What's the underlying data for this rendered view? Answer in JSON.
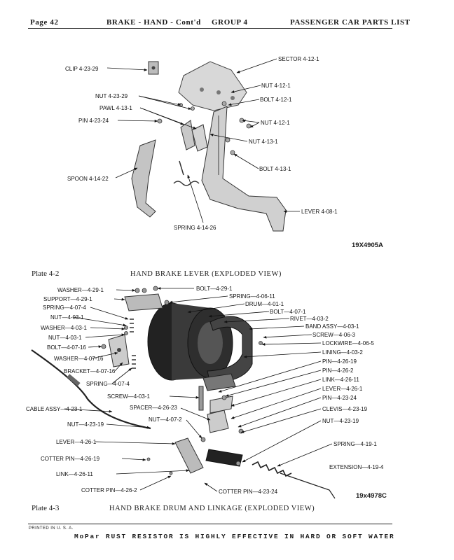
{
  "header": {
    "page": "Page 42",
    "section": "BRAKE - HAND - Cont'd",
    "group": "GROUP 4",
    "title": "PASSENGER CAR PARTS LIST"
  },
  "plate1": {
    "figure_code": "19X4905A",
    "labels": {
      "sector": "SECTOR 4-12-1",
      "clip": "CLIP 4-23-29",
      "nut_a": "NUT 4-12-1",
      "bolt_a": "BOLT 4-12-1",
      "nut_23_29": "NUT 4-23-29",
      "pawl": "PAWL 4-13-1",
      "pin": "PIN 4-23-24",
      "nut_b": "NUT 4-12-1",
      "nut_c": "NUT 4-13-1",
      "bolt_b": "BOLT 4-13-1",
      "spoon": "SPOON 4-14-22",
      "lever": "LEVER 4-08-1",
      "spring": "SPRING 4-14-26"
    }
  },
  "plate2": {
    "label": "Plate 4-2",
    "caption": "HAND BRAKE LEVER (EXPLODED VIEW)"
  },
  "plate3": {
    "label": "Plate 4-3",
    "caption": "HAND BRAKE DRUM AND LINKAGE (EXPLODED VIEW)",
    "figure_code": "19x4978C",
    "labels": {
      "washer_29": "WASHER—4-29-1",
      "bolt_29": "BOLT—4-29-1",
      "support": "SUPPORT—4-29-1",
      "spring_06": "SPRING—4-06-11",
      "spring_07": "SPRING—4-07-4",
      "drum": "DRUM—4-01-1",
      "nut_03": "NUT—4-03-1",
      "bolt_07": "BOLT—4-07-1",
      "washer_03": "WASHER—4-03-1",
      "rivet": "RIVET—4-03-2",
      "nut_03b": "NUT—4-03-1",
      "band_assy": "BAND ASSY—4-03-1",
      "screw_06": "SCREW—4-06-3",
      "bolt_16": "BOLT—4-07-16",
      "lockwire": "LOCKWIRE—4-06-5",
      "washer_16": "WASHER—4-07-16",
      "lining": "LINING—4-03-2",
      "bracket": "BRACKET—4-07-16",
      "pin_19": "PIN—4-26-19",
      "pin_2": "PIN—4-26-2",
      "spring_07b": "SPRING—4-07-4",
      "link_11": "LINK—4-26-11",
      "lever_26": "LEVER—4-26-1",
      "screw_03": "SCREW—4-03-1",
      "pin_24": "PIN—4-23-24",
      "spacer": "SPACER—4-26-23",
      "clevis": "CLEVIS—4-23-19",
      "cable": "CABLE ASSY—4-23-1",
      "nut_07": "NUT—4-07-2",
      "nut_23": "NUT—4-23-19",
      "nut_23b": "NUT—4-23-19",
      "lever_left": "LEVER—4-26-1",
      "spring_19": "SPRING—4-19-1",
      "cotter_19": "COTTER PIN—4-26-19",
      "extension": "EXTENSION—4-19-4",
      "link_left": "LINK—4-26-11",
      "cotter_2": "COTTER PIN—4-26-2",
      "cotter_24": "COTTER PIN—4-23-24"
    }
  },
  "footer": {
    "printed": "PRINTED IN U. S. A.",
    "slogan": "MoPar RUST RESISTOR IS HIGHLY EFFECTIVE IN HARD OR SOFT WATER"
  }
}
